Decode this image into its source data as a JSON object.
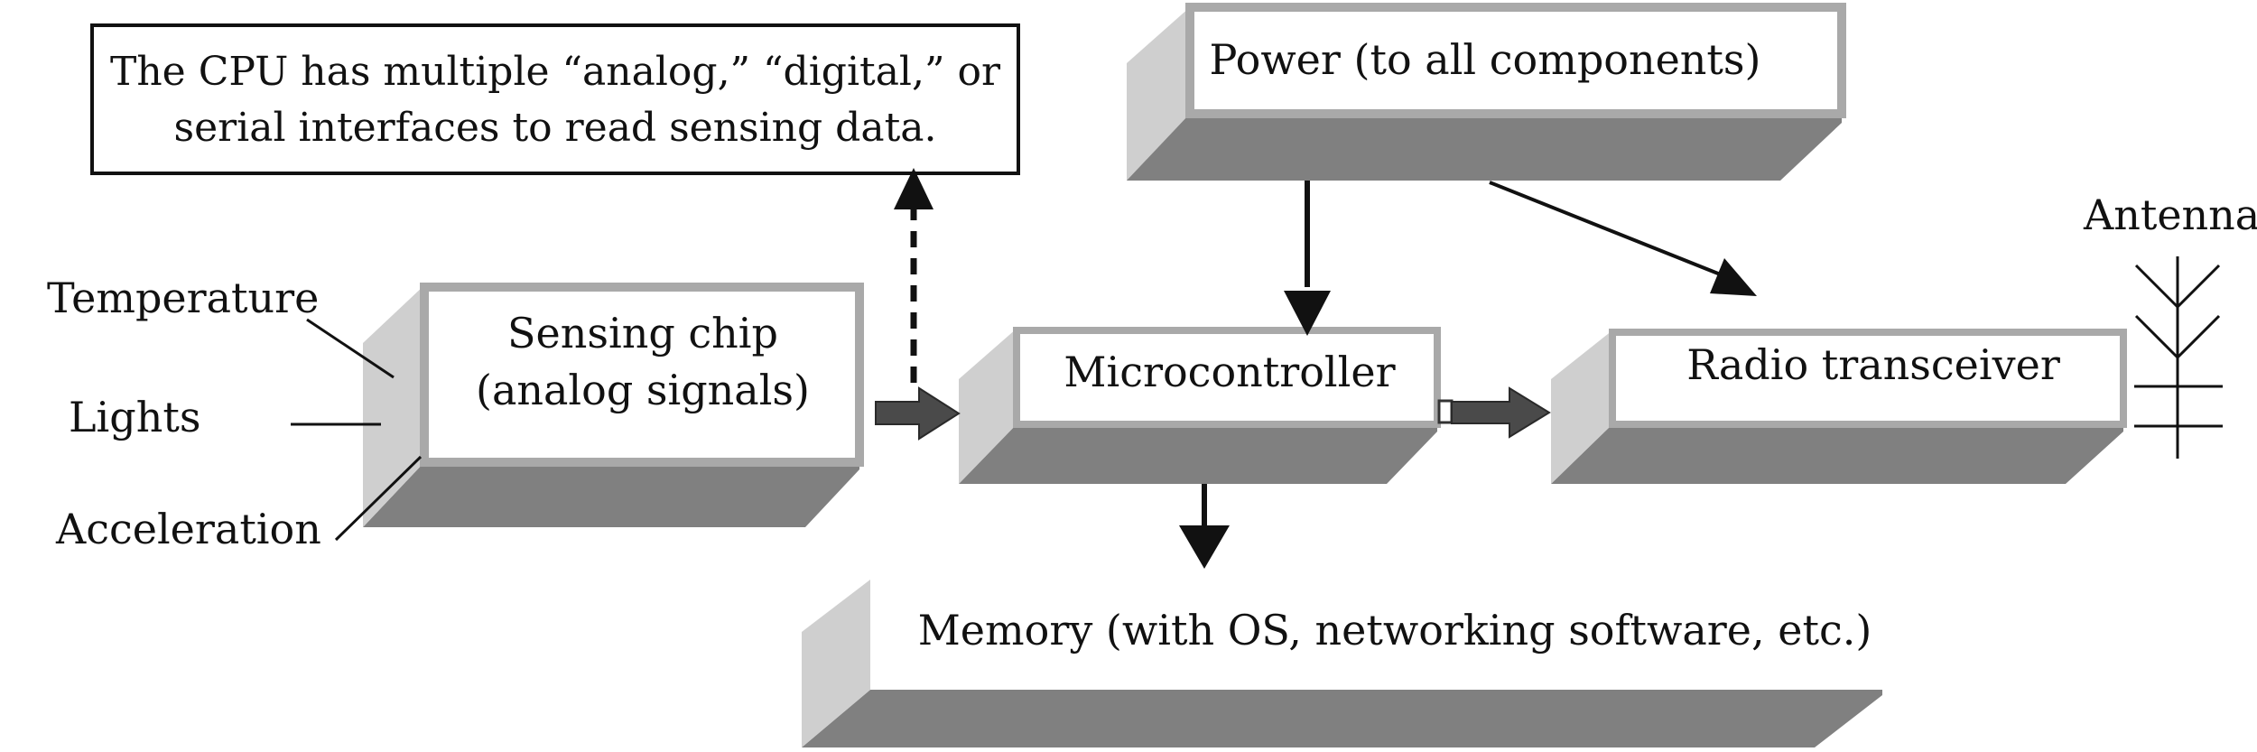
{
  "colors": {
    "face": "#ffffff",
    "border": "#a9a9a9",
    "side": "#cfcfcf",
    "base": "#808080",
    "base_edge": "#6e6e6e",
    "line": "#111111",
    "fat_arrow": "#4a4a4a",
    "note_border": "#111111"
  },
  "note": {
    "line1": "The CPU has multiple “analog,”  “digital,”  or",
    "line2": "serial interfaces to read sensing data."
  },
  "power": {
    "label": "Power (to all components)"
  },
  "sensing_chip": {
    "line1": "Sensing chip",
    "line2": "(analog signals)"
  },
  "microcontroller": {
    "label": "Microcontroller"
  },
  "radio": {
    "label": "Radio transceiver"
  },
  "memory": {
    "label": "Memory (with OS, networking software, etc.)"
  },
  "inputs": {
    "temperature": "Temperature",
    "lights": "Lights",
    "acceleration": "Acceleration"
  },
  "antenna": {
    "label": "Antenna"
  }
}
